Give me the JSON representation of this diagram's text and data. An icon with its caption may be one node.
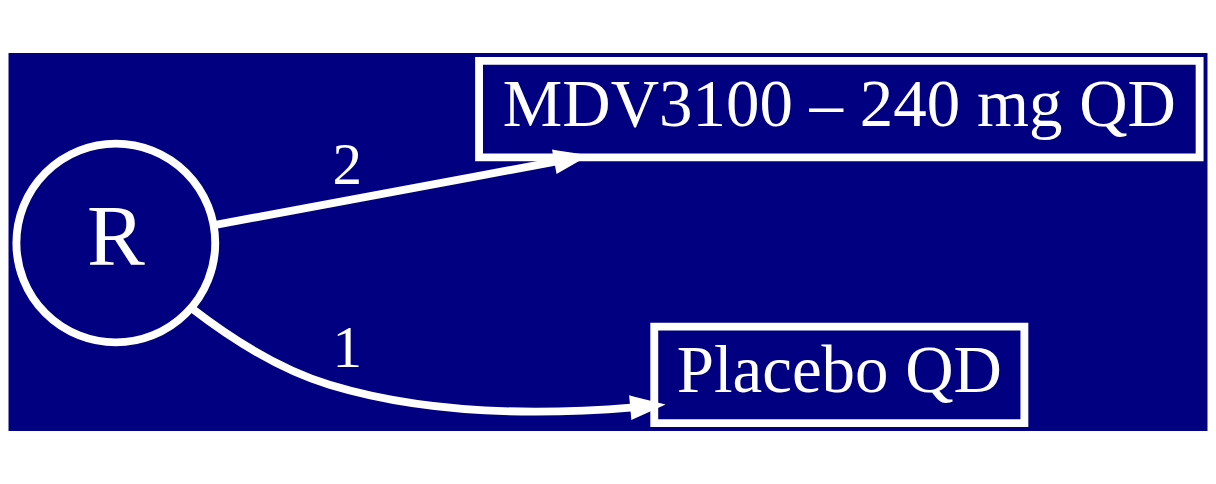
{
  "diagram": {
    "nodes": [
      {
        "text": [
          "R"
        ]
      },
      {
        "text": [
          "MDV3100 – 240 mg QD"
        ]
      },
      {
        "text": [
          "Placebo QD"
        ]
      }
    ],
    "edges": [
      {
        "from": 0,
        "to": 1,
        "arrow": "to",
        "label": "2"
      },
      {
        "from": 0,
        "to": 2,
        "arrow": "to",
        "label": "1"
      }
    ]
  }
}
